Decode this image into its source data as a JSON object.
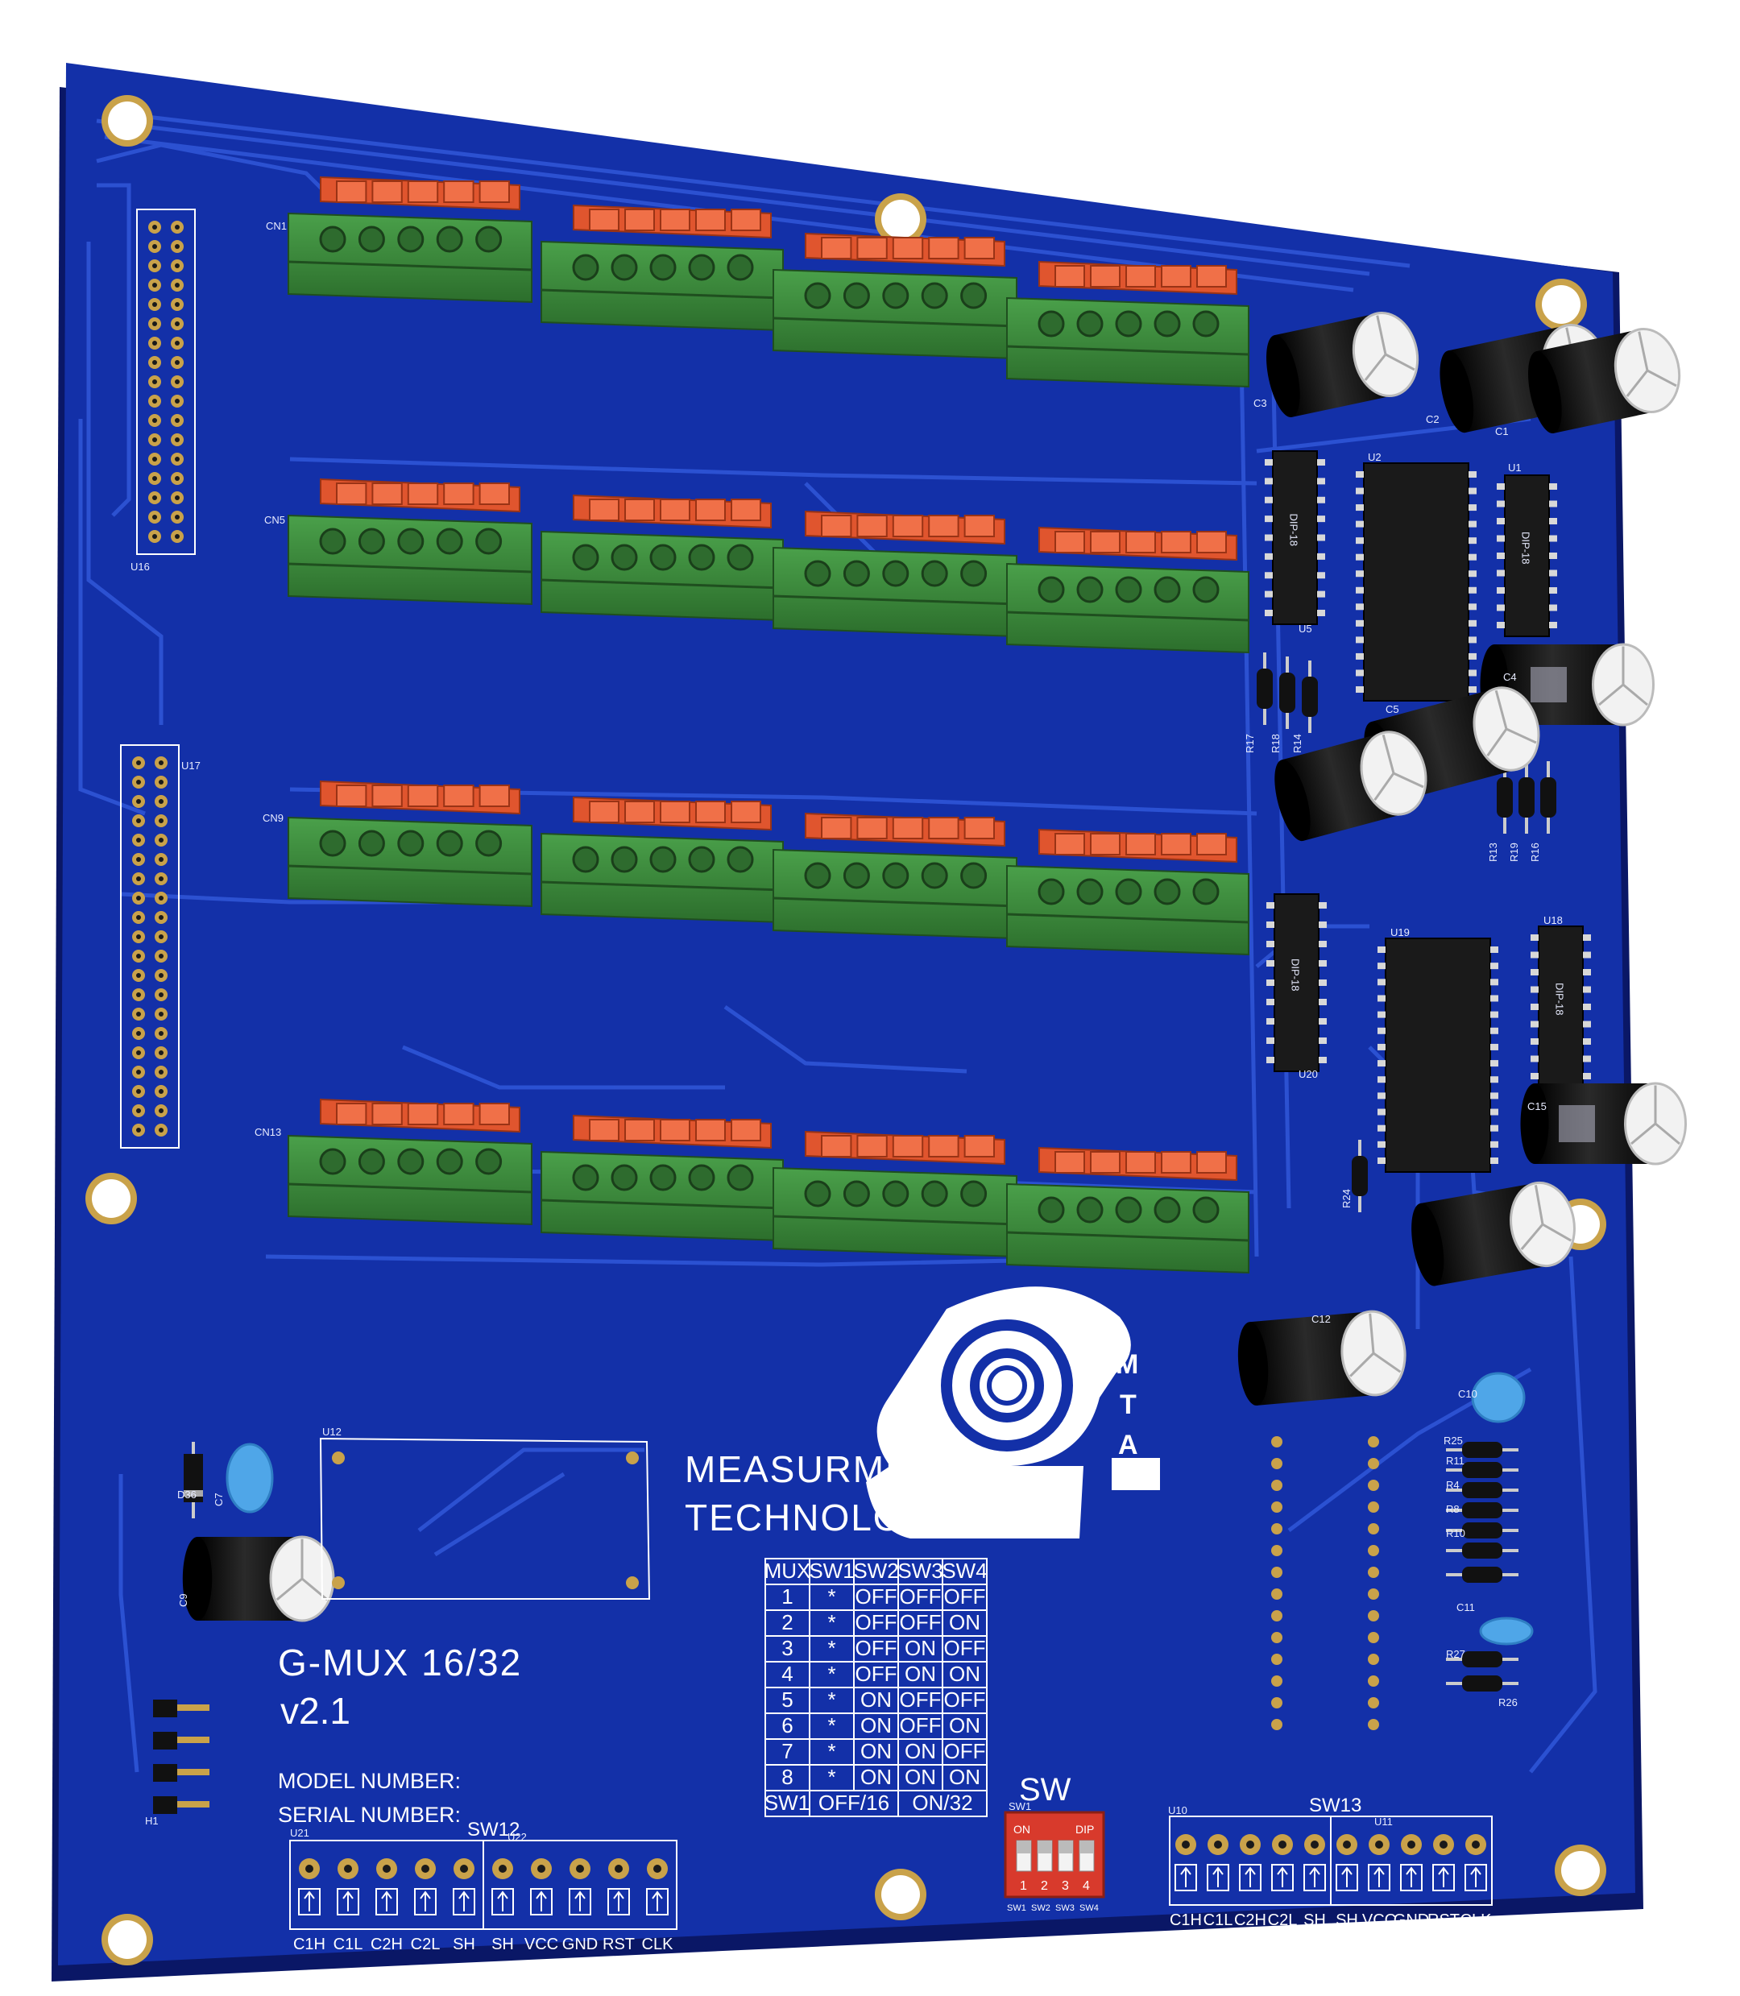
{
  "colors": {
    "board": "#1330a8",
    "board_dark": "#0b1f7a",
    "board_edge": "#0a1766",
    "trace": "#2f55d6",
    "silkscreen": "#ffffff",
    "terminal_green": "#3c8a3c",
    "terminal_orange": "#e0552e",
    "capacitor": "#111111",
    "chip": "#1a1a1a",
    "pad_gold": "#c9a24a",
    "dip_red": "#d83a2c"
  },
  "board": {
    "brand_line1": "MEASURMENT",
    "brand_line2": "TECHNOLOGIES LLC",
    "logo_letters": [
      "M",
      "T",
      "A"
    ],
    "product_name": "G-MUX 16/32",
    "version": "v2.1",
    "model_label": "MODEL NUMBER:",
    "serial_label": "SERIAL NUMBER:",
    "switch_label": "SW",
    "dip_header": {
      "on": "ON",
      "dip": "DIP"
    },
    "dip_positions": [
      "1",
      "2",
      "3",
      "4"
    ]
  },
  "connector_refdes": [
    "CN1",
    "CN5",
    "CN9",
    "CN13"
  ],
  "header_refdes": [
    "U16",
    "U17",
    "H1"
  ],
  "chip_labels": [
    {
      "ref": "U5",
      "package": "DIP-18"
    },
    {
      "ref": "U2",
      "package": ""
    },
    {
      "ref": "U1",
      "package": "DIP-18"
    },
    {
      "ref": "U20",
      "package": "DIP-18"
    },
    {
      "ref": "U19",
      "package": ""
    },
    {
      "ref": "U18",
      "package": "DIP-18"
    }
  ],
  "cap_refdes": [
    "C3",
    "C2",
    "C1",
    "C4",
    "C5",
    "C15",
    "C12",
    "C9",
    "C7",
    "C10",
    "C11"
  ],
  "resistor_refdes": [
    "R17",
    "R18",
    "R14",
    "R13",
    "R19",
    "R16",
    "R24",
    "R25",
    "R11",
    "R4",
    "R8",
    "R10",
    "R27",
    "R26"
  ],
  "misc_refdes": [
    "U12",
    "D36",
    "U21",
    "U22",
    "U10",
    "U11",
    "SW1"
  ],
  "mux_table": {
    "headers": [
      "MUX",
      "SW1",
      "SW2",
      "SW3",
      "SW4"
    ],
    "rows": [
      [
        "1",
        "*",
        "OFF",
        "OFF",
        "OFF"
      ],
      [
        "2",
        "*",
        "OFF",
        "OFF",
        "ON"
      ],
      [
        "3",
        "*",
        "OFF",
        "ON",
        "OFF"
      ],
      [
        "4",
        "*",
        "OFF",
        "ON",
        "ON"
      ],
      [
        "5",
        "*",
        "ON",
        "OFF",
        "OFF"
      ],
      [
        "6",
        "*",
        "ON",
        "OFF",
        "ON"
      ],
      [
        "7",
        "*",
        "ON",
        "ON",
        "OFF"
      ],
      [
        "8",
        "*",
        "ON",
        "ON",
        "ON"
      ]
    ],
    "footer": [
      "SW1",
      "OFF/16",
      "ON/32"
    ]
  },
  "sw12": {
    "title": "SW12",
    "pins": [
      "C1H",
      "C1L",
      "C2H",
      "C2L",
      "SH",
      "SH",
      "VCC",
      "GND",
      "RST",
      "CLK"
    ]
  },
  "sw13": {
    "title": "SW13",
    "pins": [
      "C1H",
      "C1L",
      "C2H",
      "C2L",
      "SH",
      "SH",
      "VCC",
      "GND",
      "RST",
      "CLK"
    ]
  },
  "dip_pin_labels": [
    "SW1",
    "SW2",
    "SW3",
    "SW4"
  ]
}
